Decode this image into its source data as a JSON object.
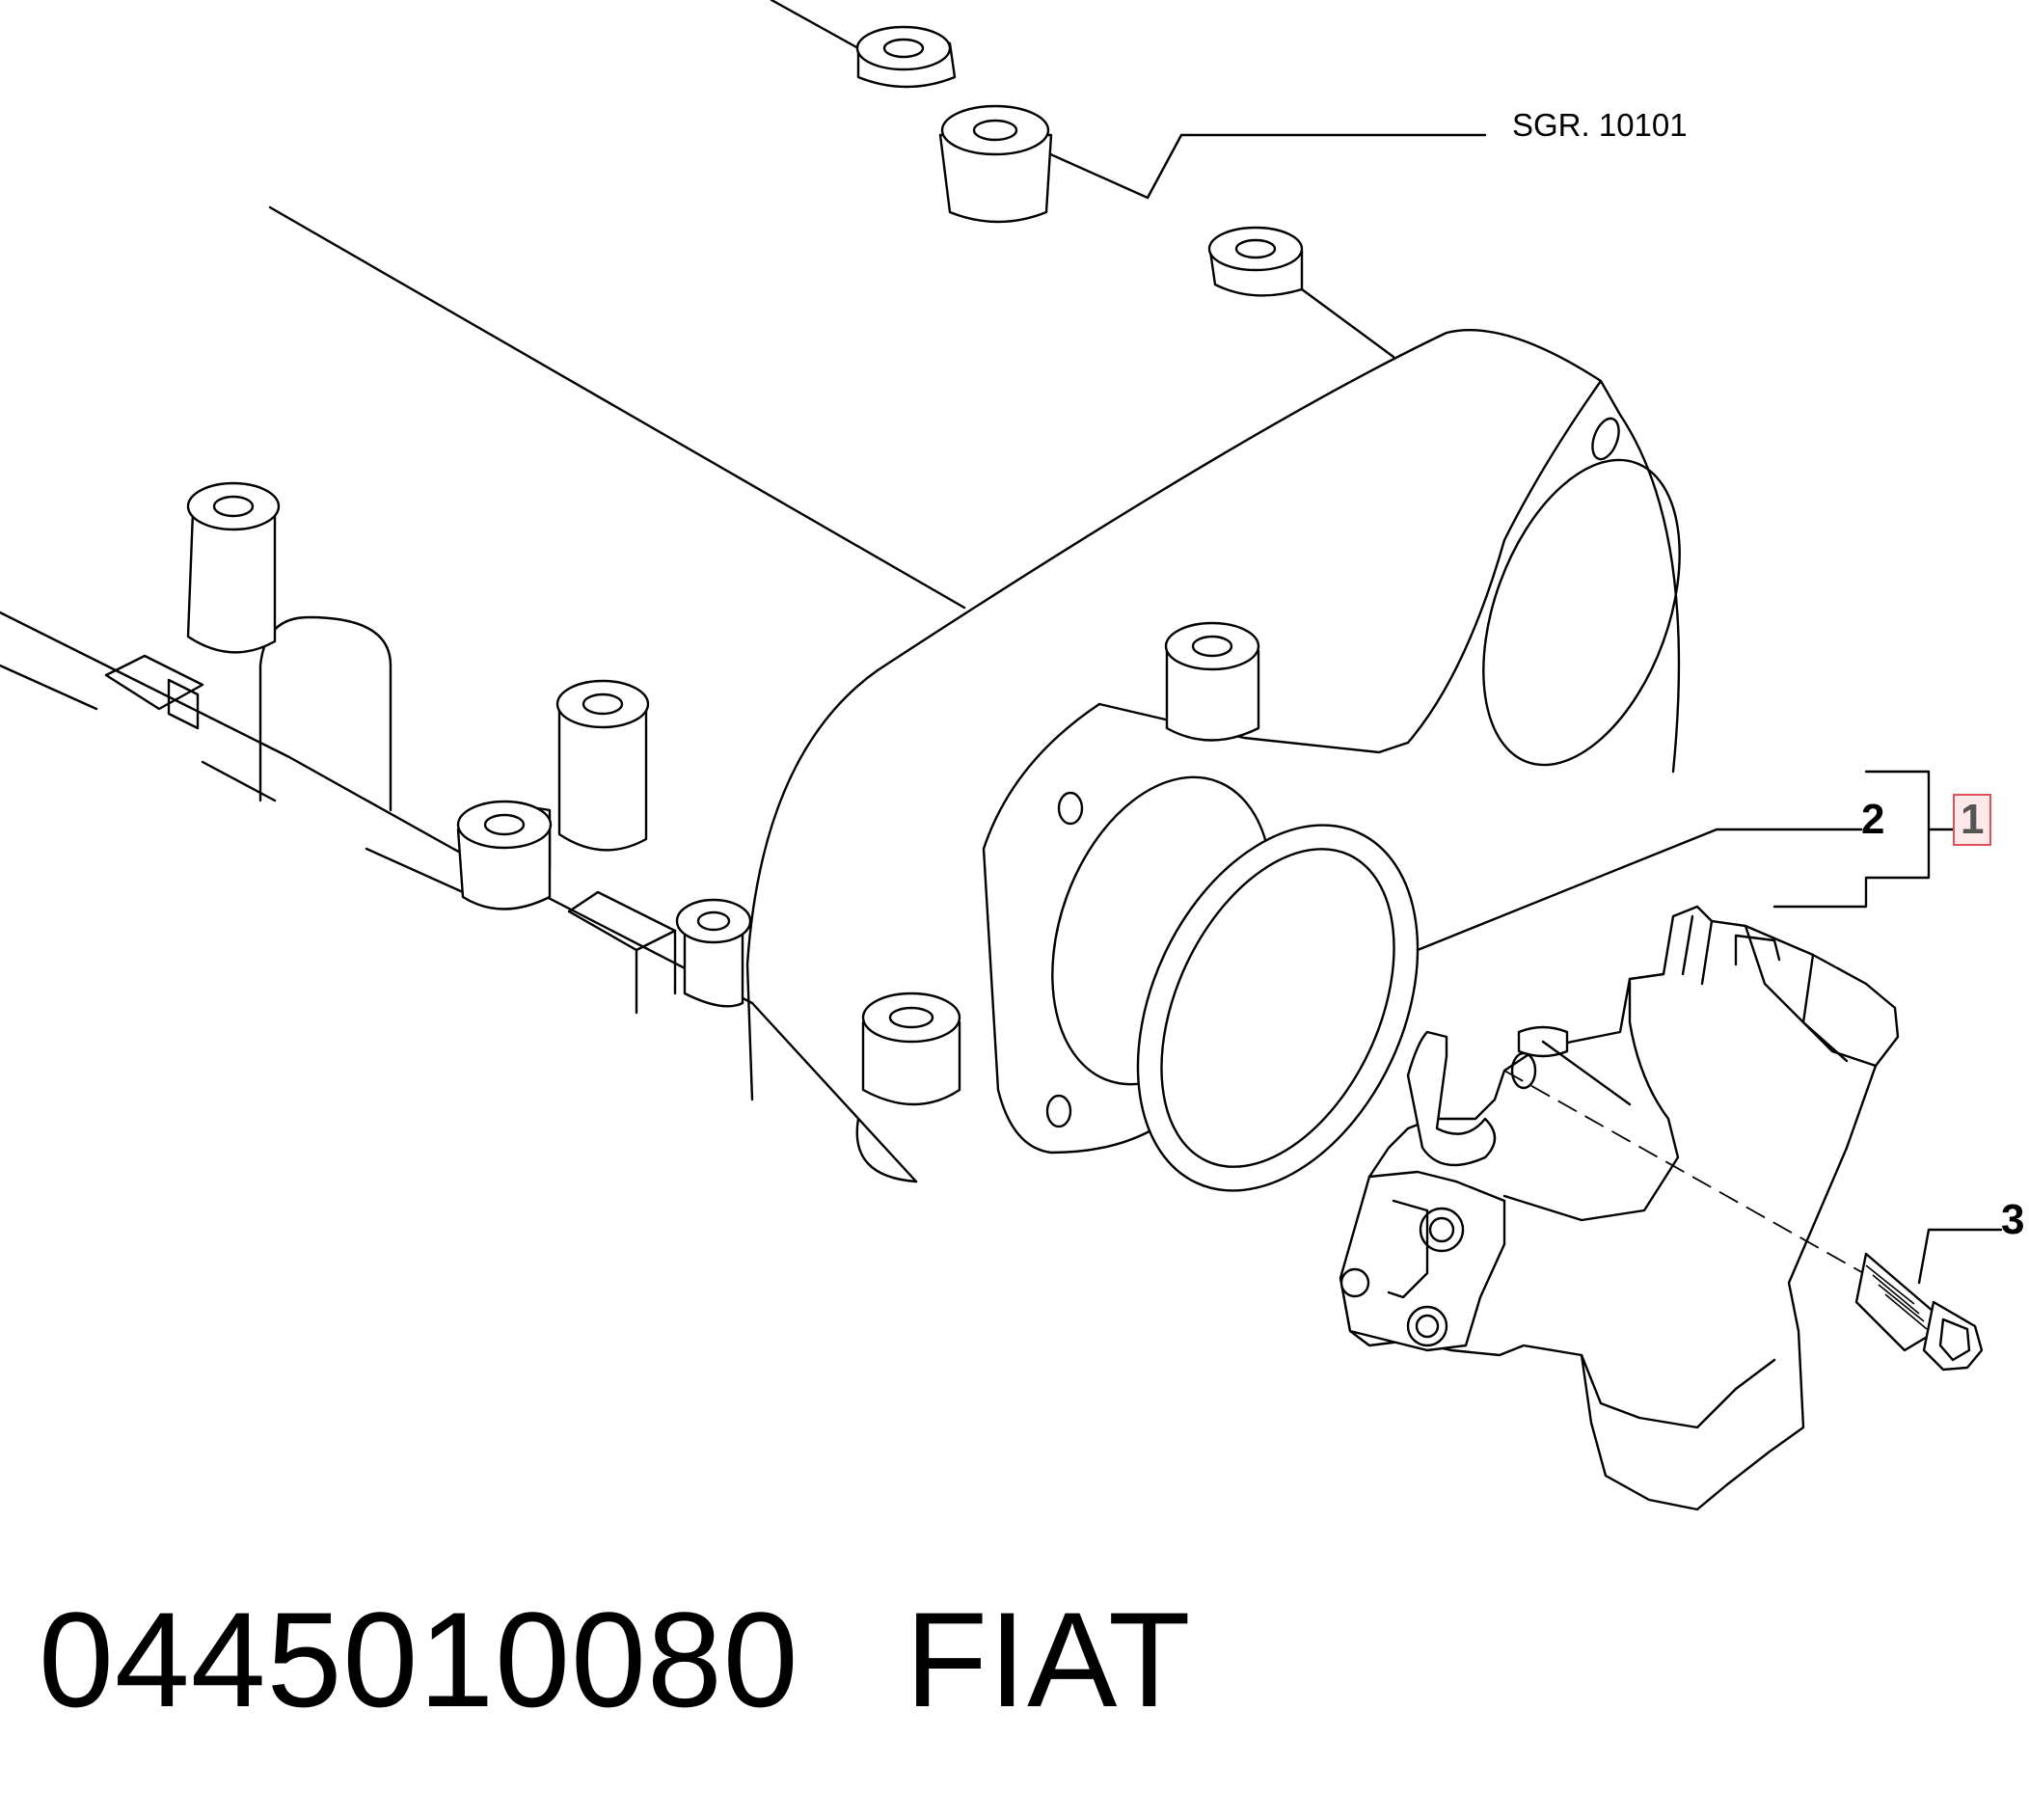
{
  "diagram": {
    "reference_label": "SGR. 10101",
    "callouts": [
      "1",
      "2",
      "3"
    ],
    "highlighted_callout": "1",
    "highlight_color": "#e0505a"
  },
  "caption": {
    "part_number": "0445010080",
    "brand": "FIAT"
  }
}
